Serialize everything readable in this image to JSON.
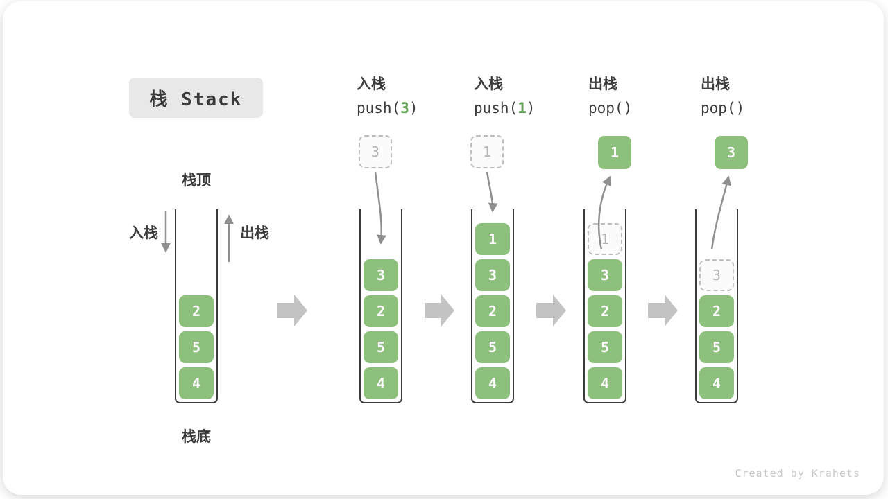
{
  "title": "栈 Stack",
  "watermark": "Created by Krahets",
  "colors": {
    "box_green": "#8DC07C",
    "code_arg_green": "#5FA052",
    "dark_text": "#3B3B3B",
    "thin_arrow_grey": "#8F8F8F",
    "block_arrow_grey": "#C3C3C3",
    "dashed_grey": "#BEBEBE",
    "title_bg": "#E8E8E8"
  },
  "first_stack_labels": {
    "top": "栈顶",
    "bottom": "栈底",
    "push": "入栈",
    "pop": "出栈"
  },
  "operations": [
    {
      "name": "入栈",
      "code_pre": "push(",
      "code_arg": "3",
      "code_post": ")"
    },
    {
      "name": "入栈",
      "code_pre": "push(",
      "code_arg": "1",
      "code_post": ")"
    },
    {
      "name": "出栈",
      "code_pre": "pop(",
      "code_arg": "",
      "code_post": ")"
    },
    {
      "name": "出栈",
      "code_pre": "pop(",
      "code_arg": "",
      "code_post": ")"
    }
  ],
  "floating_boxes": [
    {
      "value": "3",
      "variant": "dashed"
    },
    {
      "value": "1",
      "variant": "dashed"
    },
    {
      "value": "1",
      "variant": "solid"
    },
    {
      "value": "3",
      "variant": "solid"
    }
  ],
  "stacks": [
    {
      "cells": [
        {
          "slot": 2,
          "value": "2",
          "variant": "solid"
        },
        {
          "slot": 3,
          "value": "5",
          "variant": "solid"
        },
        {
          "slot": 4,
          "value": "4",
          "variant": "solid"
        }
      ]
    },
    {
      "cells": [
        {
          "slot": 1,
          "value": "3",
          "variant": "solid"
        },
        {
          "slot": 2,
          "value": "2",
          "variant": "solid"
        },
        {
          "slot": 3,
          "value": "5",
          "variant": "solid"
        },
        {
          "slot": 4,
          "value": "4",
          "variant": "solid"
        }
      ]
    },
    {
      "cells": [
        {
          "slot": 0,
          "value": "1",
          "variant": "solid"
        },
        {
          "slot": 1,
          "value": "3",
          "variant": "solid"
        },
        {
          "slot": 2,
          "value": "2",
          "variant": "solid"
        },
        {
          "slot": 3,
          "value": "5",
          "variant": "solid"
        },
        {
          "slot": 4,
          "value": "4",
          "variant": "solid"
        }
      ]
    },
    {
      "cells": [
        {
          "slot": 0,
          "value": "1",
          "variant": "dashed"
        },
        {
          "slot": 1,
          "value": "3",
          "variant": "solid"
        },
        {
          "slot": 2,
          "value": "2",
          "variant": "solid"
        },
        {
          "slot": 3,
          "value": "5",
          "variant": "solid"
        },
        {
          "slot": 4,
          "value": "4",
          "variant": "solid"
        }
      ]
    },
    {
      "cells": [
        {
          "slot": 1,
          "value": "3",
          "variant": "dashed"
        },
        {
          "slot": 2,
          "value": "2",
          "variant": "solid"
        },
        {
          "slot": 3,
          "value": "5",
          "variant": "solid"
        },
        {
          "slot": 4,
          "value": "4",
          "variant": "solid"
        }
      ]
    }
  ]
}
